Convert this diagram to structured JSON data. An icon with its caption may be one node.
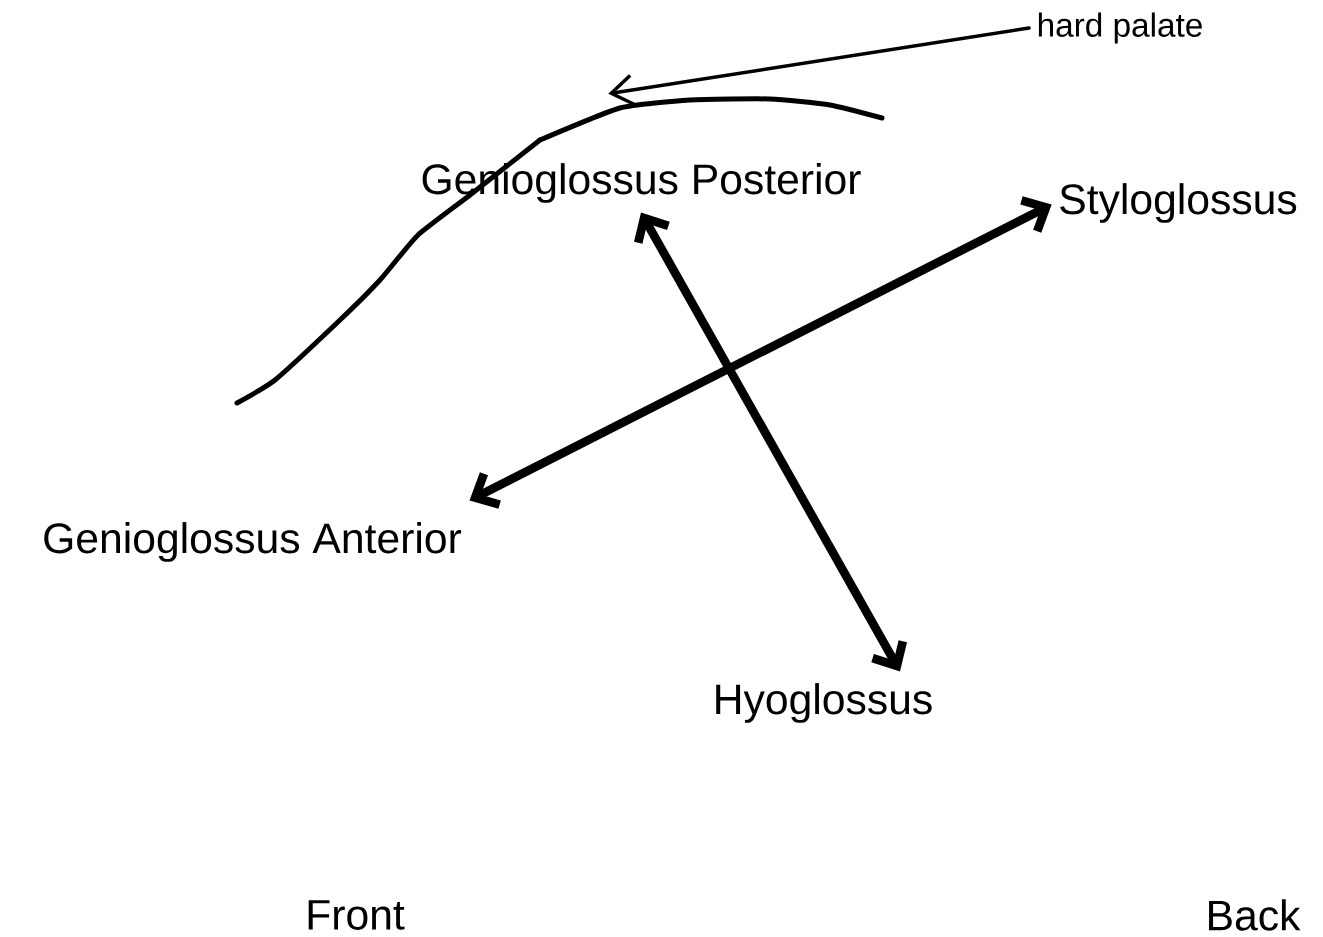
{
  "diagram": {
    "nodes": [
      {
        "text": [
          "hard palate"
        ]
      },
      {
        "text": [],
        "shape": "curve"
      },
      {
        "text": [
          "Genioglossus Posterior"
        ]
      },
      {
        "text": [
          "Styloglossus"
        ]
      },
      {
        "text": [
          "Genioglossus Anterior"
        ]
      },
      {
        "text": [
          "Hyoglossus"
        ]
      }
    ],
    "edges": [
      {
        "from": 0,
        "to": 1,
        "arrow": "to"
      },
      {
        "from": 2,
        "to": 5,
        "arrow": "both"
      },
      {
        "from": 4,
        "to": 3,
        "arrow": "both"
      }
    ],
    "labels": [
      "Front",
      "Back"
    ]
  }
}
